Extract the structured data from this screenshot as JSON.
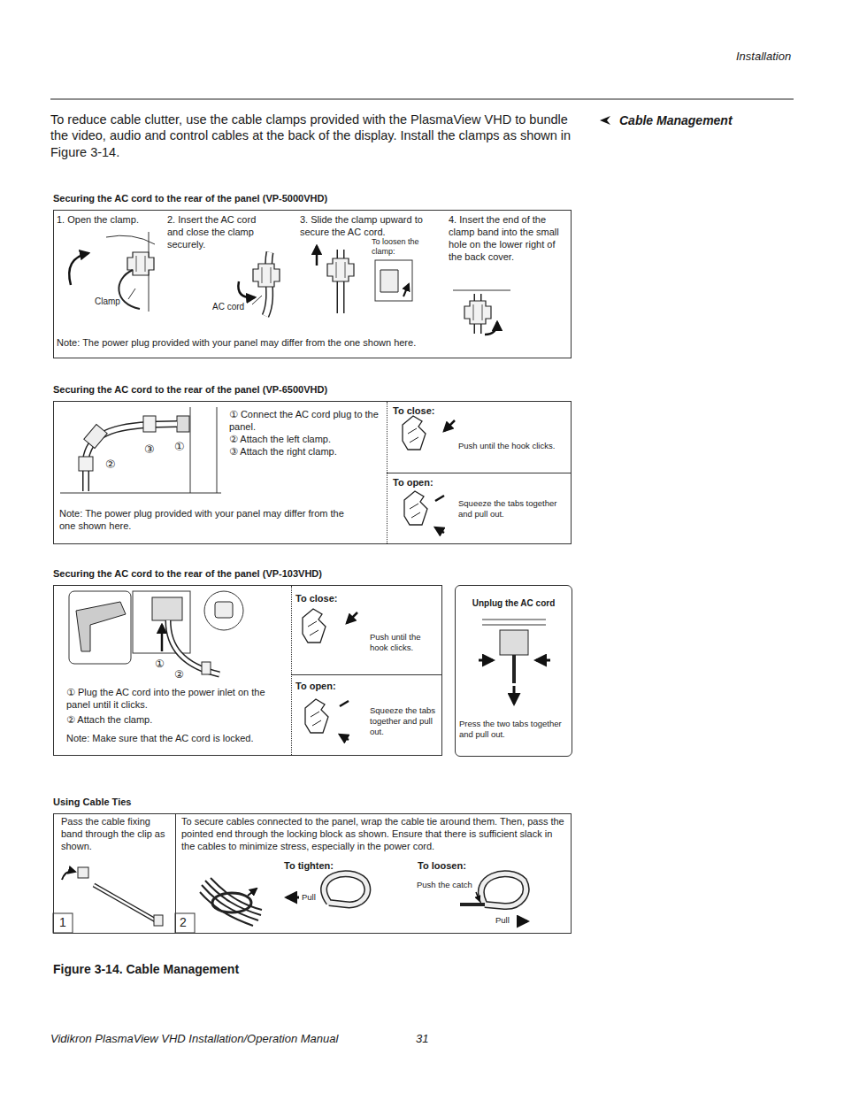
{
  "diagram": {
    "title": "Cable Management",
    "caption": "Figure 3-14. Cable Management",
    "nodes": [
      {
        "text": [
          "Securing the AC cord to the rear of the panel (VP-5000VHD)",
          "1. Open the clamp.",
          "2. Insert the AC cord and close the clamp securely.",
          "3. Slide the clamp upward to secure the AC cord.",
          "4. Insert the end of the clamp band into the small hole on the lower right of the back cover.",
          "Note: The power plug provided with your panel may differ from the one shown here."
        ]
      },
      {
        "text": [
          "Securing the AC cord to the rear of the panel (VP-6500VHD)",
          "① Connect the AC cord plug to the panel.",
          "② Attach the left clamp.",
          "③ Attach the right clamp.",
          "Note: The power plug provided with your panel may differ from the one shown here."
        ]
      },
      {
        "text": [
          "To close:",
          "Push until the hook clicks."
        ],
        "in": 1
      },
      {
        "text": [
          "To open:",
          "Squeeze the tabs together and pull out."
        ],
        "in": 1
      },
      {
        "text": [
          "Securing the AC cord to the rear of the panel (VP-103VHD)",
          "① Plug the AC cord into the power inlet on the panel until it clicks.",
          "② Attach the clamp.",
          "Note: Make sure that the AC cord is locked."
        ]
      },
      {
        "text": [
          "To close:",
          "Push until the hook clicks."
        ],
        "in": 4
      },
      {
        "text": [
          "To open:",
          "Squeeze the tabs together and pull out."
        ],
        "in": 4
      },
      {
        "text": [
          "Unplug the AC cord",
          "Press the two tabs together and pull out."
        ]
      },
      {
        "text": [
          "Using Cable Ties"
        ]
      },
      {
        "text": [
          "Pass the cable fixing band through the clip as shown."
        ],
        "in": 8
      },
      {
        "text": [
          "To secure cables connected to the panel, wrap the cable tie around them. Then, pass the pointed end through the locking block as shown. Ensure that there is sufficient slack in the cables to minimize stress, especially in the power cord."
        ],
        "in": 8
      }
    ],
    "labels": [
      "Installation",
      "To reduce cable clutter, use the cable clamps provided with the PlasmaView VHD to bundle the video, audio and control cables at the back of the display. Install the clamps as shown in Figure 3-14.",
      "Clamp",
      "AC cord",
      "To loosen the clamp:",
      "③",
      "①",
      "②",
      "①",
      "②",
      "1",
      "2",
      "To tighten:",
      "Pull",
      "To loosen:",
      "Push the catch",
      "Pull",
      "Vidikron PlasmaView VHD Installation/Operation Manual",
      "31"
    ]
  }
}
